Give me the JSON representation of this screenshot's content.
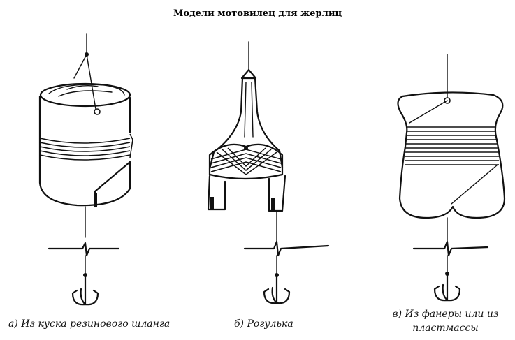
{
  "title": "Модели мотовилец для жерлиц",
  "captions": {
    "a": "а) Из куска резинового шланга",
    "b": "б) Рогулька",
    "c_line1": "в) Из фанеры или из",
    "c_line2": "пластмассы"
  }
}
